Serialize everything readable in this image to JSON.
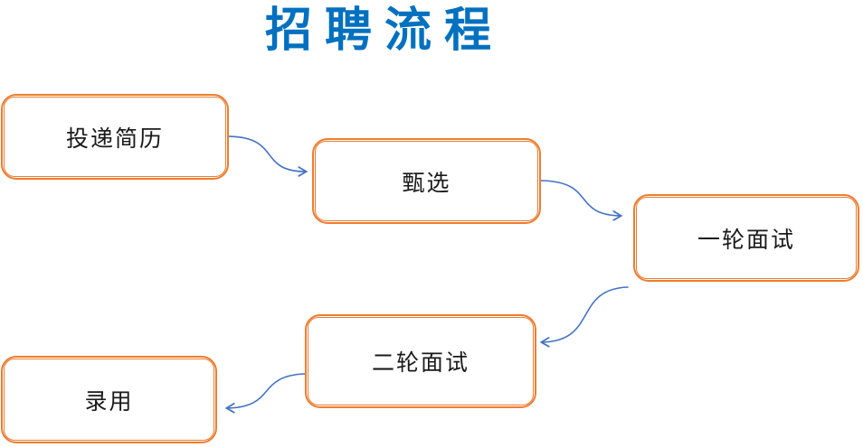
{
  "title": "招聘流程",
  "colors": {
    "title": "#0070C0",
    "node_border": "#ED7D31",
    "connector": "#4472C4",
    "node_text": "#1A1A1A",
    "background": "#FFFFFF"
  },
  "nodes": [
    {
      "id": "submit-resume",
      "label": "投递简历"
    },
    {
      "id": "screening",
      "label": "甄选"
    },
    {
      "id": "first-interview",
      "label": "一轮面试"
    },
    {
      "id": "second-interview",
      "label": "二轮面试"
    },
    {
      "id": "hire",
      "label": "录用"
    }
  ],
  "edges": [
    {
      "from": "投递简历",
      "to": "甄选"
    },
    {
      "from": "甄选",
      "to": "一轮面试"
    },
    {
      "from": "一轮面试",
      "to": "二轮面试"
    },
    {
      "from": "二轮面试",
      "to": "录用"
    }
  ]
}
